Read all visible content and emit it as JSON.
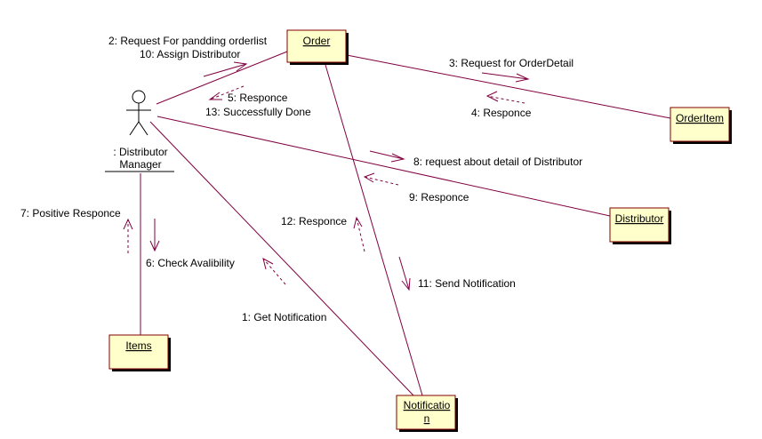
{
  "actor": {
    "name_line1": ": Distributor",
    "name_line2": "Manager"
  },
  "objects": {
    "order": "Order",
    "orderitem": "OrderItem",
    "distributor": "Distributor",
    "items": "Items",
    "notification_line1": "Notificatio",
    "notification_line2": "n"
  },
  "messages": {
    "m2": "2: Request For pandding orderlist",
    "m10": "10: Assign Distributor",
    "m5": "5: Responce",
    "m13": "13: Successfully Done",
    "m3": "3: Request for OrderDetail",
    "m4": "4: Responce",
    "m8": "8: request about detail of Distributor",
    "m9": "9: Responce",
    "m7": "7: Positive Responce",
    "m6": "6: Check Avalibility",
    "m12": "12: Responce",
    "m11": "11: Send Notification",
    "m1": "1: Get Notification"
  }
}
